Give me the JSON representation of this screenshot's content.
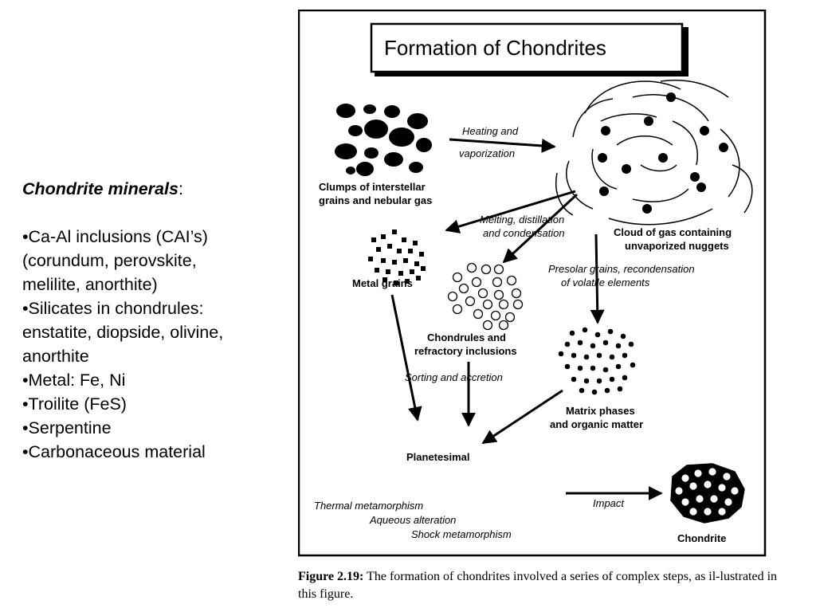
{
  "left_panel": {
    "heading": "Chondrite minerals",
    "heading_suffix": ":",
    "items": [
      "•Ca-Al inclusions (CAI’s)",
      "(corundum, perovskite,",
      "melilite, anorthite)",
      "•Silicates in chondrules:",
      "enstatite, diopside, olivine,",
      "anorthite",
      "•Metal: Fe, Ni",
      "•Troilite (FeS)",
      "•Serpentine",
      "•Carbonaceous material"
    ]
  },
  "diagram": {
    "title": "Formation of Chondrites",
    "labels": {
      "clumps_line1": "Clumps of interstellar",
      "clumps_line2": "grains and nebular gas",
      "heating_line1": "Heating and",
      "heating_line2": "vaporization",
      "cloud_line1": "Cloud of gas containing",
      "cloud_line2": "unvaporized nuggets",
      "melting_line1": "Melting, distillation",
      "melting_line2": "and condensation",
      "metal_grains": "Metal grains",
      "presolar_line1": "Presolar grains, recondensation",
      "presolar_line2": "of volatile elements",
      "chondrules_line1": "Chondrules and",
      "chondrules_line2": "refractory inclusions",
      "sorting": "Sorting and accretion",
      "matrix_line1": "Matrix phases",
      "matrix_line2": "and organic matter",
      "planetesimal": "Planetesimal",
      "thermal": "Thermal metamorphism",
      "aqueous": "Aqueous alteration",
      "shock": "Shock metamorphism",
      "impact": "Impact",
      "chondrite": "Chondrite"
    }
  },
  "caption": {
    "label": "Figure 2.19:",
    "text": " The formation of chondrites involved a series of complex steps, as il-lustrated in this figure."
  }
}
